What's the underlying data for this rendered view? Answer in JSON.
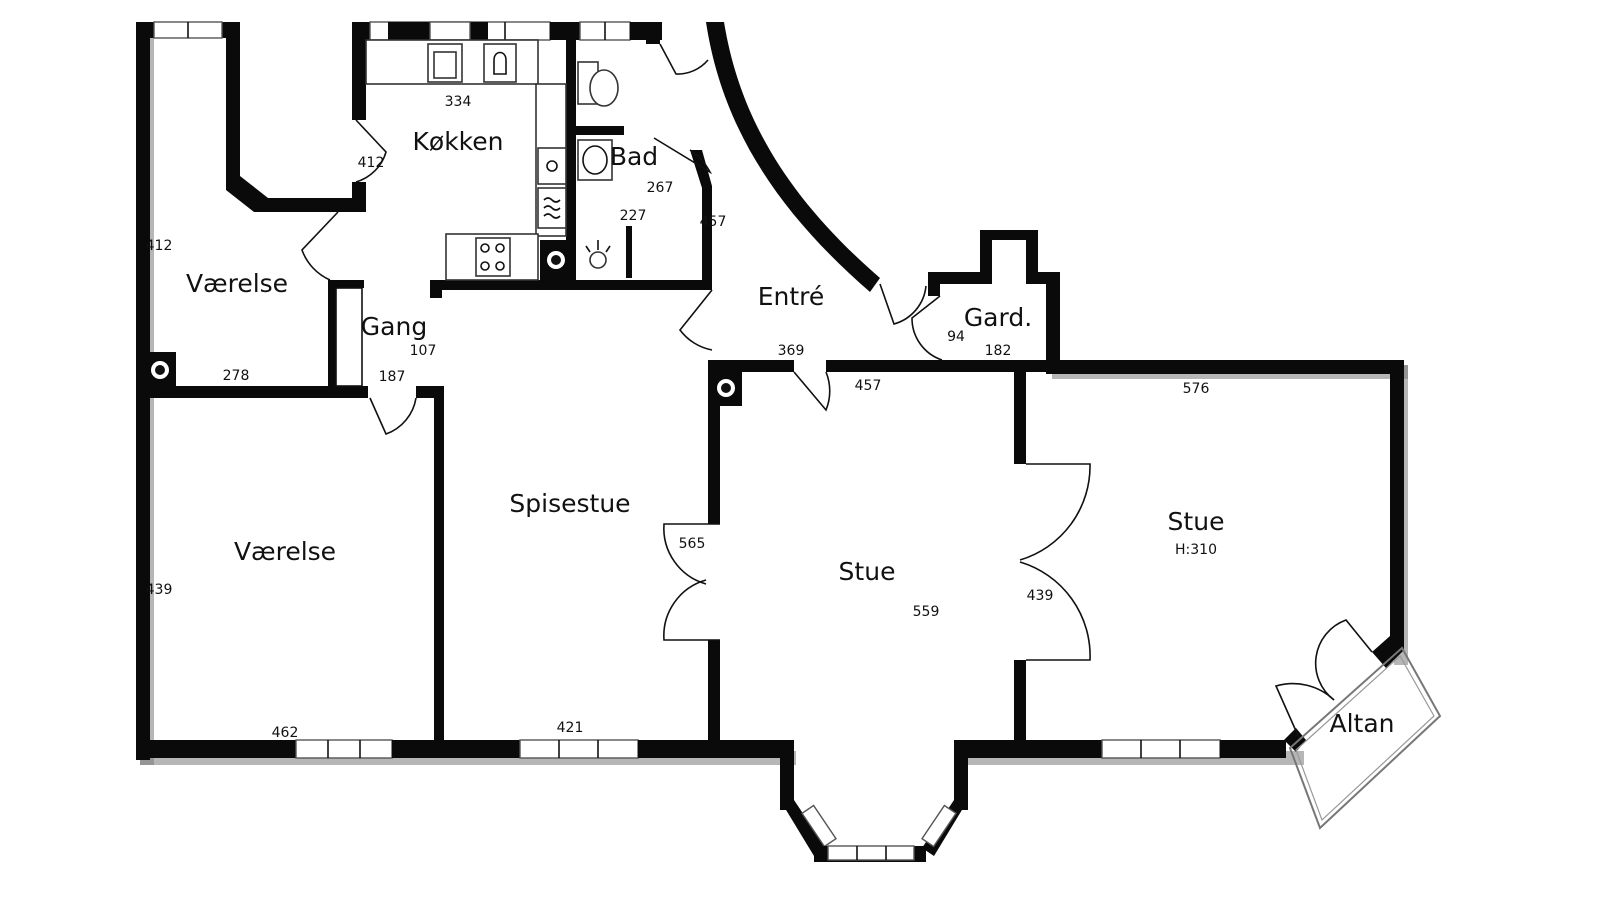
{
  "rooms": {
    "kokken": "Køkken",
    "bad": "Bad",
    "vaerelse_top": "Værelse",
    "vaerelse_bottom": "Værelse",
    "gang": "Gang",
    "entre": "Entré",
    "gard": "Gard.",
    "spisestue": "Spisestue",
    "stue_mid": "Stue",
    "stue_right": "Stue",
    "stue_right_height": "H:310",
    "altan": "Altan"
  },
  "dimensions": {
    "kitchen_width": "334",
    "kitchen_side": "412",
    "vaerelse_top_height": "412",
    "vaerelse_top_width": "278",
    "gang_width": "107",
    "gang_length": "187",
    "bad_width": "267",
    "bad_height": "227",
    "entre_side": "457",
    "entre_width": "369",
    "gard_width": "94",
    "gard_length": "182",
    "stue_mid_top": "457",
    "stue_right_top": "576",
    "spisestue_height": "565",
    "stue_mid_width": "559",
    "stue_right_height_dim": "439",
    "vaerelse_bottom_height": "439",
    "vaerelse_bottom_width": "462",
    "spisestue_width": "421"
  },
  "colors": {
    "wall": "#0a0a0a",
    "background": "#ffffff"
  }
}
